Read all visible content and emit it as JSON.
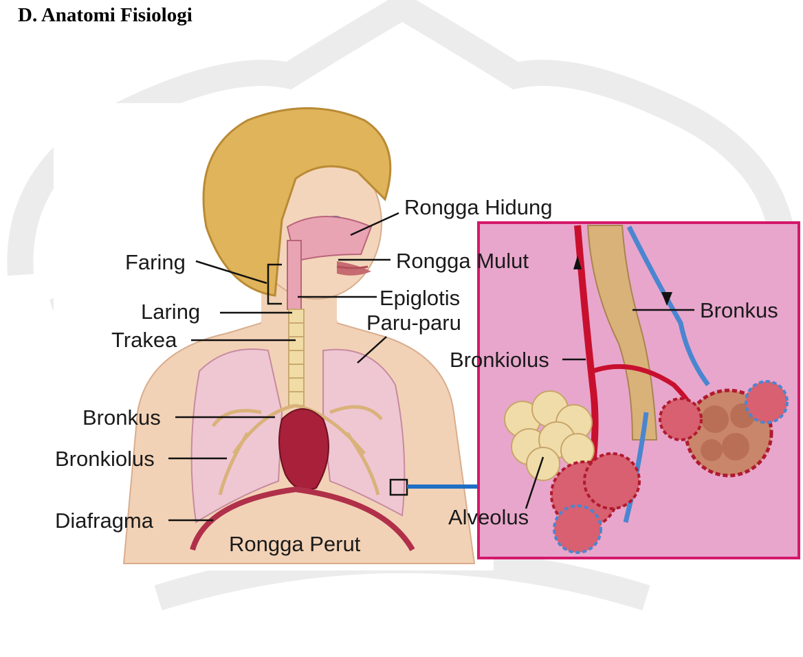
{
  "heading": "D.  Anatomi Fisiologi",
  "figure": {
    "labels": {
      "rongga_hidung": "Rongga Hidung",
      "rongga_mulut": "Rongga Mulut",
      "faring": "Faring",
      "epiglotis": "Epiglotis",
      "laring": "Laring",
      "trakea": "Trakea",
      "paru_paru": "Paru-paru",
      "bronkus_left": "Bronkus",
      "bronkiolus_left": "Bronkiolus",
      "diafragma": "Diafragma",
      "rongga_perut": "Rongga Perut",
      "bronkus_right": "Bronkus",
      "bronkiolus_right": "Bronkiolus",
      "alveolus": "Alveolus"
    },
    "colors": {
      "inset_border": "#d4186a",
      "inset_bg": "#e8a6cc",
      "arrow": "#1f6fc4",
      "hair": "#e0b45a",
      "skin": "#f2d2b6",
      "lung": "#efc7d3",
      "heart": "#a8203a",
      "artery": "#c8102e",
      "vein": "#4a86d0",
      "bronchus": "#d9b27a"
    }
  }
}
